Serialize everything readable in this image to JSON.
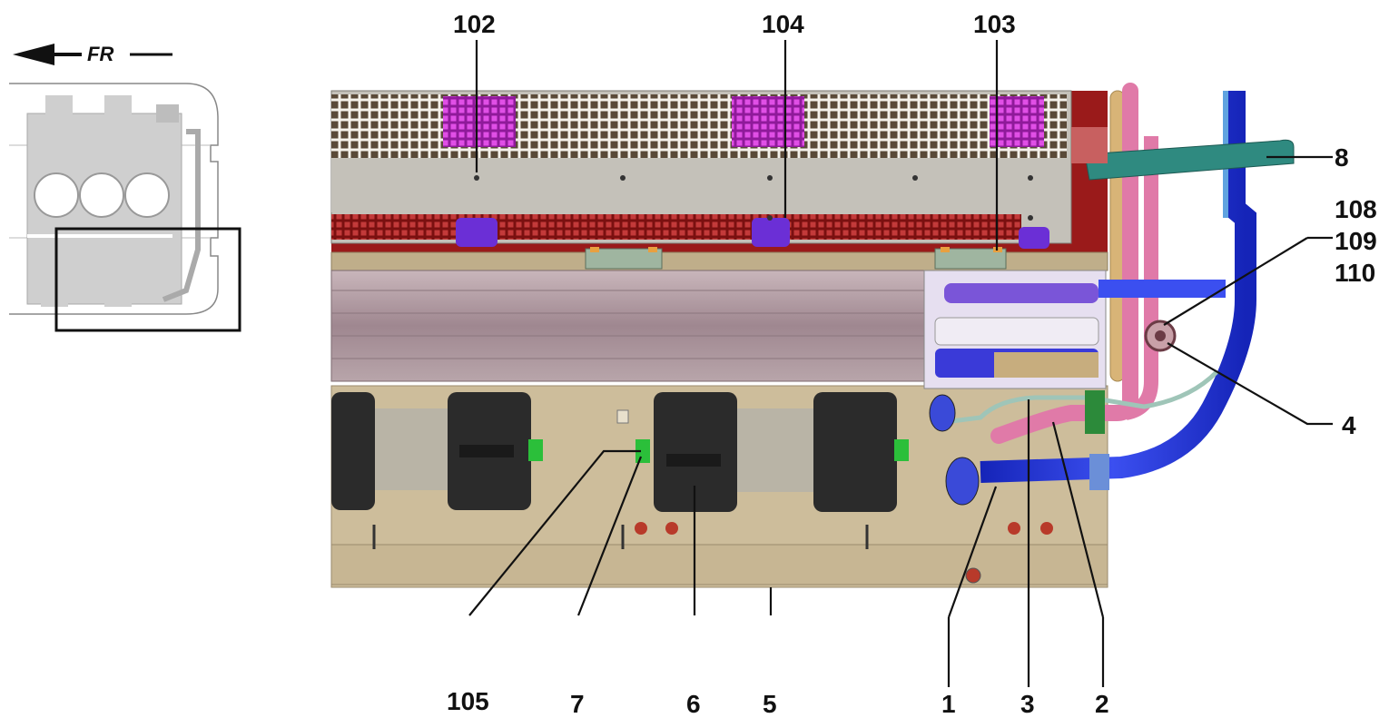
{
  "orientation": {
    "label": "FR",
    "arrow": "left"
  },
  "callouts": {
    "c102": "102",
    "c104": "104",
    "c103": "103",
    "c8": "8",
    "c108": "108",
    "c109": "109",
    "c110": "110",
    "c4": "4",
    "c105": "105",
    "c7": "7",
    "c6": "6",
    "c5": "5",
    "c1": "1",
    "c3": "3",
    "c2": "2"
  },
  "colors": {
    "panel_beige": "#cdbd9b",
    "panel_grey": "#c4c1b9",
    "grille_red": "#9a1a1a",
    "clip_magenta": "#c026c8",
    "clip_violet": "#6b2fd6",
    "pipe_blue": "#1f2fd8",
    "pipe_pink": "#e07aa8",
    "pipe_tan": "#d8b477",
    "bracket_teal": "#2f8a80",
    "blower_black": "#2b2b2b",
    "heat_exchanger_mauve": "#a88c95"
  }
}
